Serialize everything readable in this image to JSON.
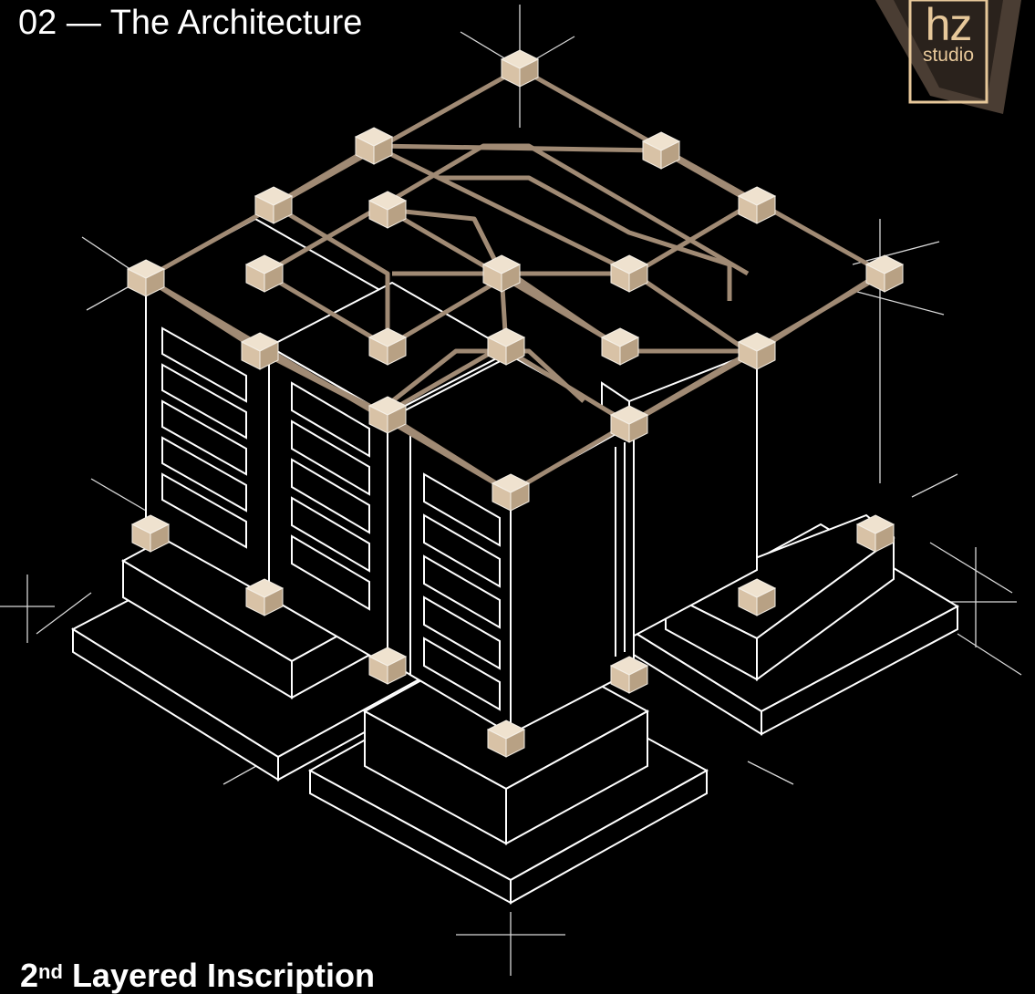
{
  "header": {
    "title": "02 — The Architecture"
  },
  "logo": {
    "main": "hz",
    "sub": "studio"
  },
  "caption": {
    "prefix": "2",
    "ordinal": "nd",
    "text": "Layered Inscription"
  },
  "colors": {
    "background": "#000000",
    "linework": "#ffffff",
    "connector": "#a08a74",
    "node_cube": "#d8c2a6",
    "logo_gold": "#e7c89a",
    "logo_bg": "#4a3d33"
  },
  "icons": [
    "node-cube-icon",
    "crosshair-icon",
    "logo-icon"
  ]
}
